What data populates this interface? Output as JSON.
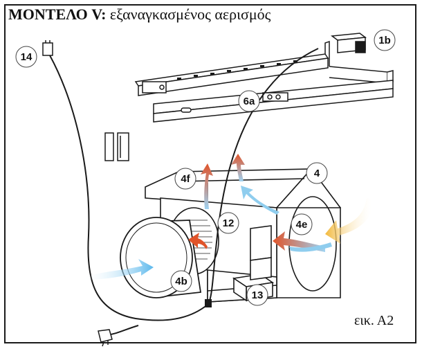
{
  "header": {
    "title_bold": "ΜΟΝΤΕΛΟ V:",
    "title_rest": " εξαναγκασμένος αερισμός"
  },
  "figure": {
    "caption": "εικ. Α2"
  },
  "callouts": [
    {
      "id": "14",
      "label": "14"
    },
    {
      "id": "1b",
      "label": "1b"
    },
    {
      "id": "6a",
      "label": "6a"
    },
    {
      "id": "4f",
      "label": "4f"
    },
    {
      "id": "4",
      "label": "4"
    },
    {
      "id": "12",
      "label": "12"
    },
    {
      "id": "4e",
      "label": "4e"
    },
    {
      "id": "4b",
      "label": "4b"
    },
    {
      "id": "13",
      "label": "13"
    }
  ],
  "colors": {
    "line": "#1a1a1a",
    "cold_air": "#6fc3ee",
    "warm_air": "#f2b83a",
    "hot_air": "#e0542a"
  }
}
